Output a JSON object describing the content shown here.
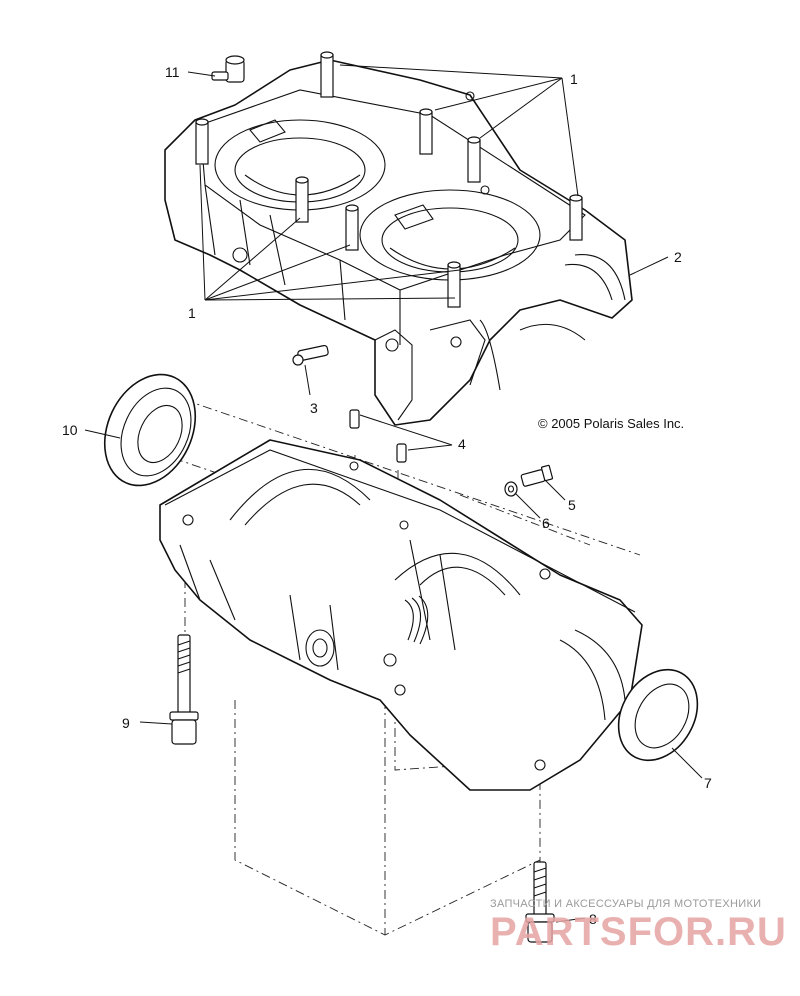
{
  "diagram": {
    "copyright": "© 2005 Polaris Sales Inc.",
    "callouts": {
      "c1_top": "1",
      "c1_bottom": "1",
      "c2": "2",
      "c3": "3",
      "c4": "4",
      "c5": "5",
      "c6": "6",
      "c7": "7",
      "c8": "8",
      "c9": "9",
      "c10": "10",
      "c11": "11"
    }
  },
  "watermark": {
    "tagline": "ЗАПЧАСТИ И АКСЕССУАРЫ ДЛЯ МОТОТЕХНИКИ",
    "site": "PARTSFOR.RU"
  }
}
